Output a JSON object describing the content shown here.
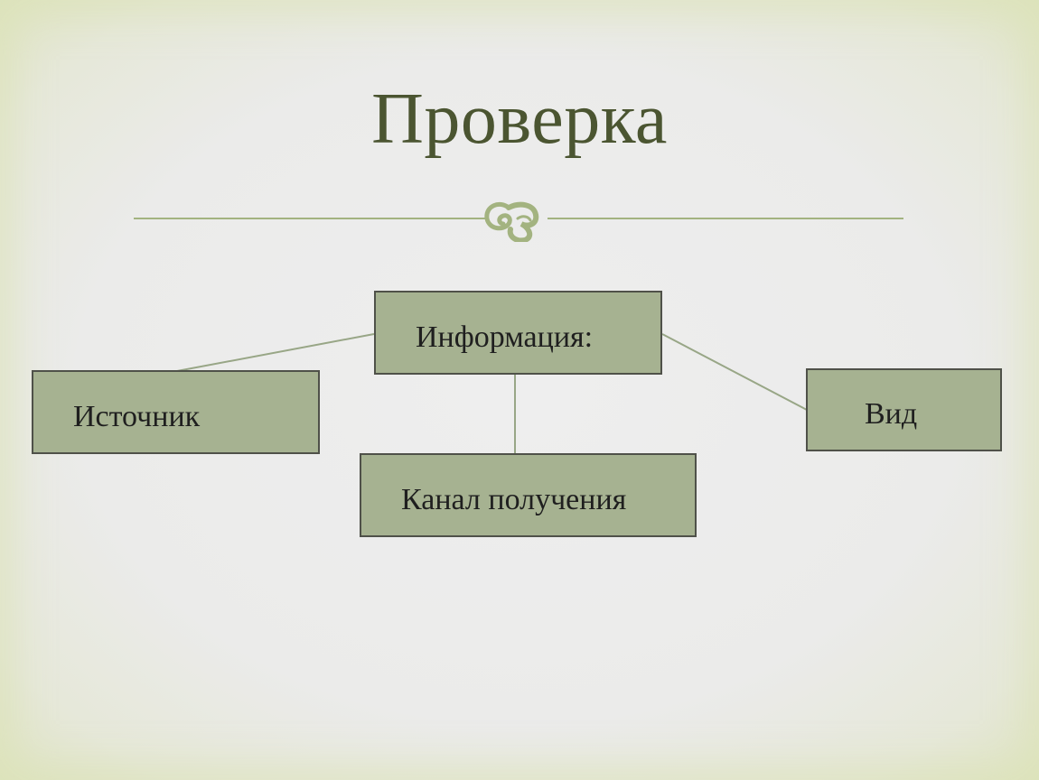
{
  "slide": {
    "title": "Проверка"
  },
  "diagram": {
    "root": {
      "label": "Информация:"
    },
    "children": [
      {
        "label": "Источник"
      },
      {
        "label": "Канал получения"
      },
      {
        "label": "Вид"
      }
    ]
  },
  "colors": {
    "title": "#4b5531",
    "accent": "#a3b380",
    "box_fill": "#a6b291",
    "box_border": "#4f5149",
    "connector": "#98a686"
  },
  "icons": {
    "ornament": "fleuron-icon"
  }
}
